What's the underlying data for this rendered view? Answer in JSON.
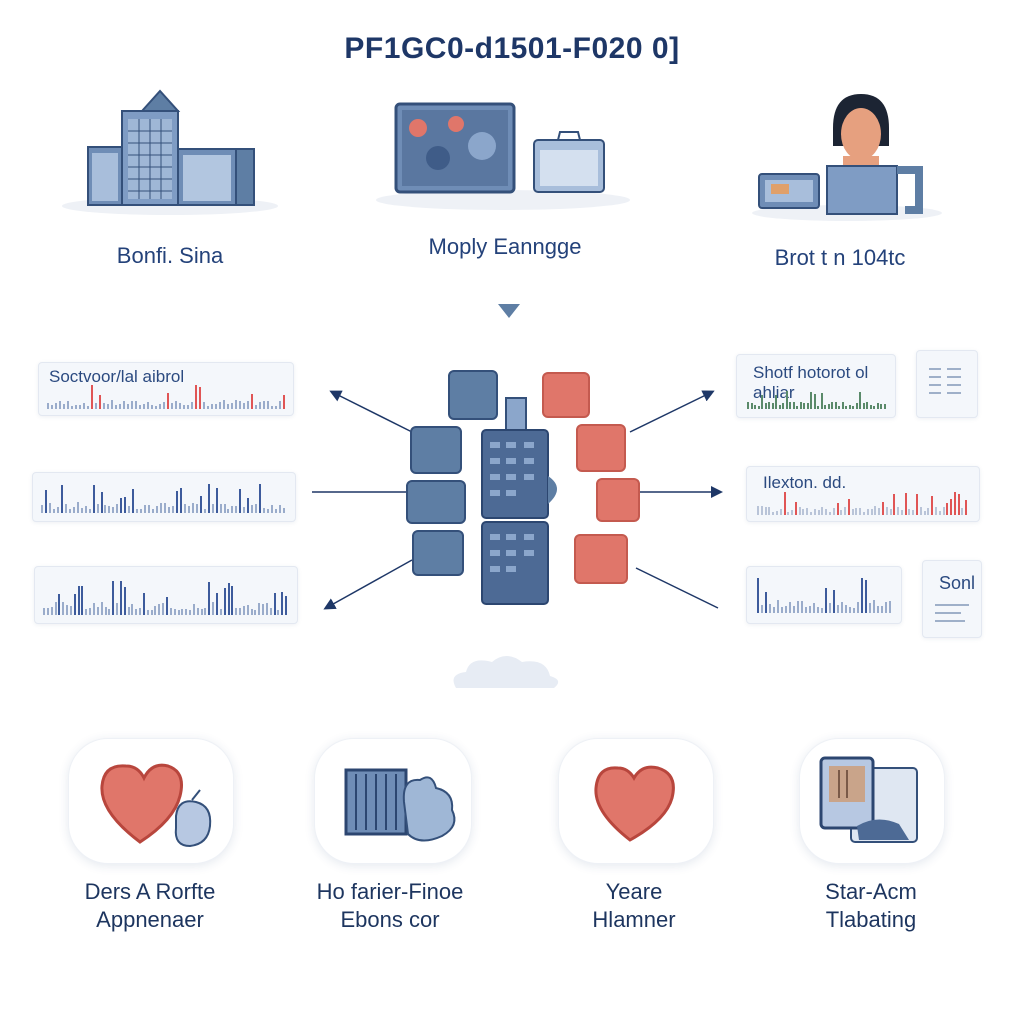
{
  "title": "PF1GC0-d1501-F020 0]",
  "top_nodes": [
    {
      "label": "Bonfi. Sina",
      "icon": "office-buildings-icon"
    },
    {
      "label": "Moply Eanngge",
      "icon": "monitor-server-icon"
    },
    {
      "label": "Brot t n 104tc",
      "icon": "person-workstation-icon"
    }
  ],
  "left_panels": [
    {
      "title": "Soctvoor/lal aibrol"
    },
    {
      "title": ""
    },
    {
      "title": ""
    }
  ],
  "right_panels": [
    {
      "title": "Shotf hotorot ol ahliar"
    },
    {
      "title": "Ilexton. dd."
    },
    {
      "title": ""
    }
  ],
  "side_card_label": "Sonl",
  "bottom_nodes": [
    {
      "line1": "Ders A Rorfte",
      "line2": "Appnenaer",
      "icon": "heart-icon"
    },
    {
      "line1": "Ho farier-Finoe",
      "line2": "Ebons cor",
      "icon": "document-cloud-icon"
    },
    {
      "line1": "Yeare",
      "line2": "Hlamner",
      "icon": "heart-icon"
    },
    {
      "line1": "Star-Acm",
      "line2": "Tlabating",
      "icon": "tablet-hand-icon"
    }
  ],
  "colors": {
    "blue": "#5e7ea4",
    "dark_blue": "#1e3767",
    "red": "#e0766a",
    "bar_red": "#e05555",
    "bar_blue": "#3d5b9c"
  }
}
